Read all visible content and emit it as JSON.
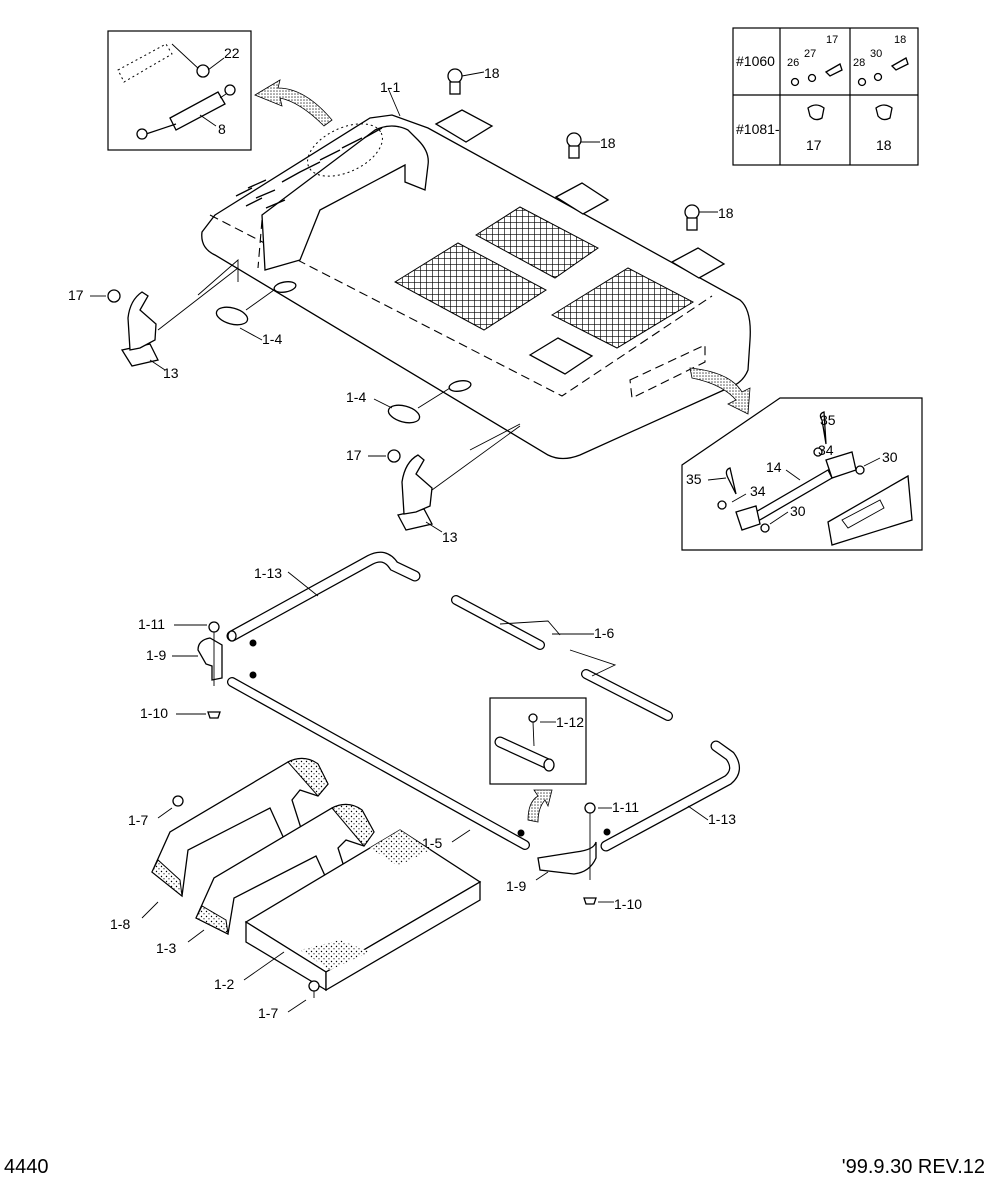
{
  "callouts": {
    "c1_1": "1-1",
    "c1_2": "1-2",
    "c1_3": "1-3",
    "c1_4a": "1-4",
    "c1_4b": "1-4",
    "c1_5": "1-5",
    "c1_6": "1-6",
    "c1_7a": "1-7",
    "c1_7b": "1-7",
    "c1_8": "1-8",
    "c1_9a": "1-9",
    "c1_9b": "1-9",
    "c1_10a": "1-10",
    "c1_10b": "1-10",
    "c1_11a": "1-11",
    "c1_11b": "1-11",
    "c1_12": "1-12",
    "c1_13a": "1-13",
    "c1_13b": "1-13",
    "c8": "8",
    "c13a": "13",
    "c13b": "13",
    "c14": "14",
    "c17a": "17",
    "c17b": "17",
    "c18a": "18",
    "c18b": "18",
    "c18c": "18",
    "c22": "22",
    "c30a": "30",
    "c30b": "30",
    "c34a": "34",
    "c34b": "34",
    "c35a": "35",
    "c35b": "35"
  },
  "table": {
    "row1_label": "#1060",
    "row2_label": "#1081-",
    "r1_n26": "26",
    "r1_n27": "27",
    "r1_n17": "17",
    "r1_n28": "28",
    "r1_n30": "30",
    "r1_n18": "18",
    "r2_n17": "17",
    "r2_n18": "18"
  },
  "footer": {
    "page_number": "4440",
    "revision": "'99.9.30 REV.12"
  }
}
